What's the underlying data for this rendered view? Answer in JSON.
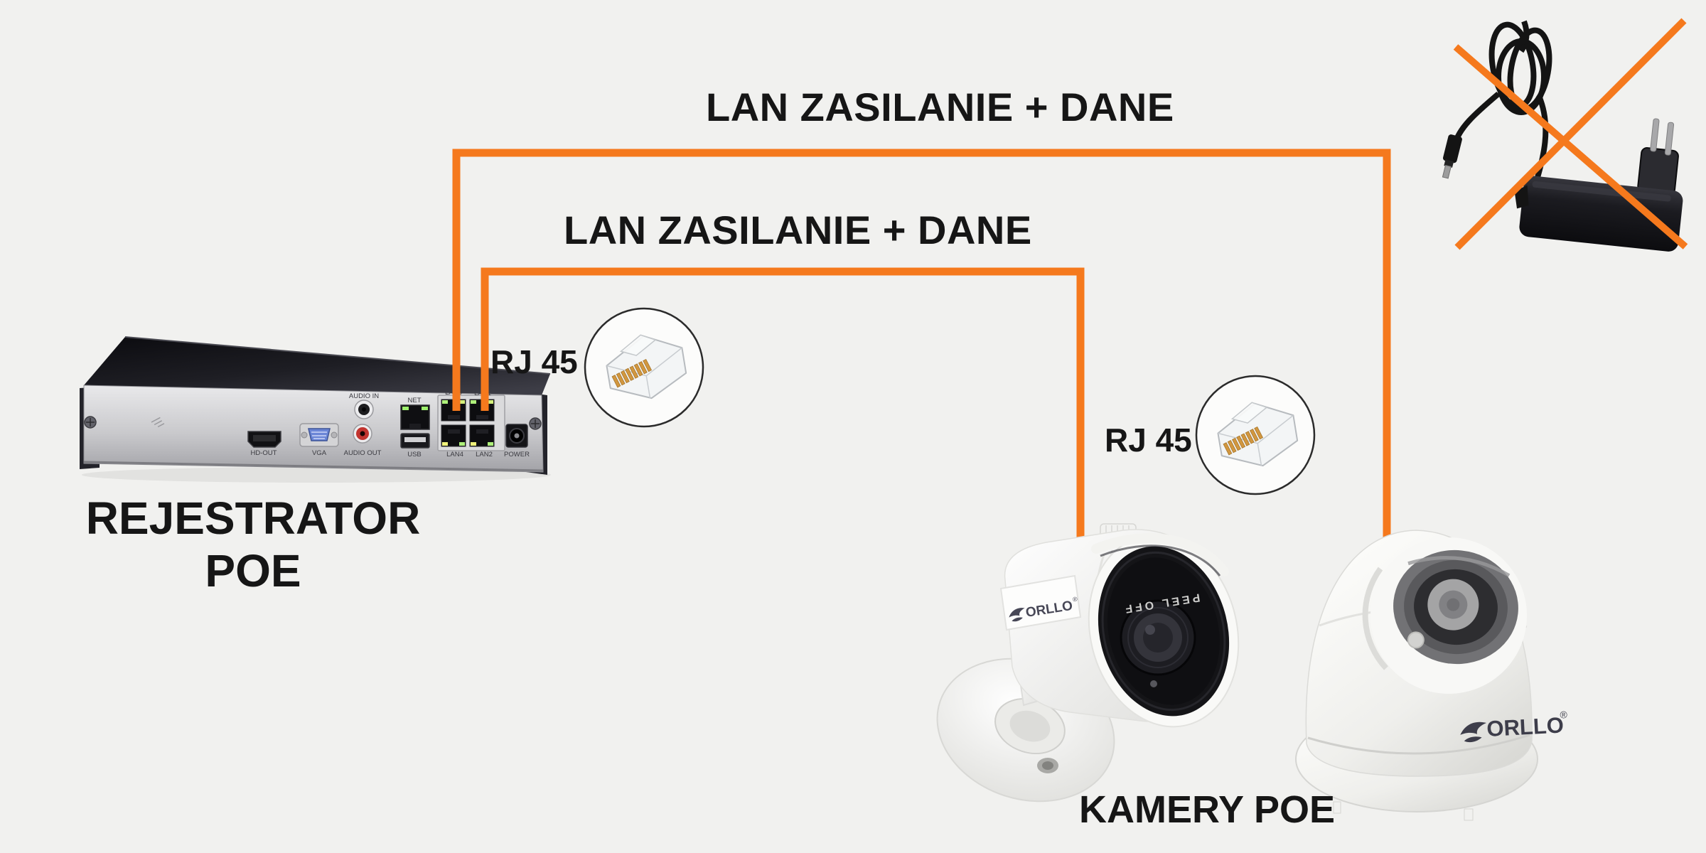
{
  "canvas": {
    "background": "#f1f1ef"
  },
  "colors": {
    "accent_orange": "#f5791d",
    "text": "#161616"
  },
  "annotations": {
    "cable_label_top": "LAN ZASILANIE + DANE",
    "cable_label_bottom": "LAN ZASILANIE + DANE",
    "rj45_label_left": "RJ 45",
    "rj45_label_right": "RJ 45",
    "recorder_label_line1": "REJESTRATOR",
    "recorder_label_line2": "POE",
    "cameras_label": "KAMERY POE"
  },
  "recorder": {
    "ports": {
      "audio_in": "AUDIO IN",
      "audio_out": "AUDIO OUT",
      "hd_out": "HD-OUT",
      "vga": "VGA",
      "net": "NET",
      "usb": "USB",
      "lan1": "LAN1",
      "lan2": "LAN2",
      "lan3": "LAN3",
      "lan4": "LAN4",
      "power": "POWER"
    }
  },
  "cameras": {
    "brand": "ORLLO",
    "registered": "®",
    "lens_sticker": "PEEL OFF"
  }
}
